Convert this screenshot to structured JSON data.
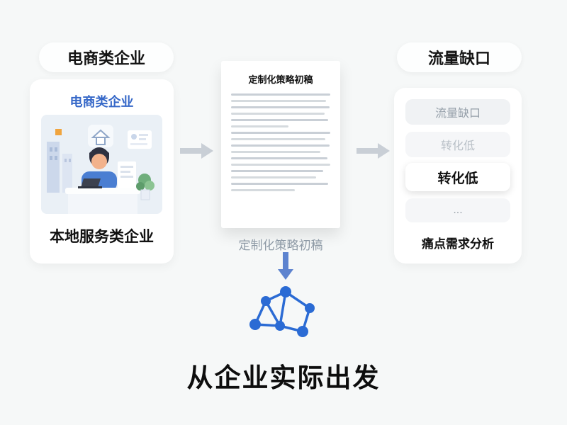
{
  "left": {
    "pill_label": "电商类企业",
    "card_title": "电商类企业",
    "card_caption": "本地服务类企业"
  },
  "center": {
    "doc_title": "定制化策略初稿",
    "doc_caption": "定制化策略初稿"
  },
  "right": {
    "pill_label": "流量缺口",
    "items": [
      {
        "label": "流量缺口"
      },
      {
        "label": "转化低"
      },
      {
        "label": "转化低"
      },
      {
        "label": "..."
      }
    ],
    "caption": "痛点需求分析"
  },
  "footer": {
    "title": "从企业实际出发"
  },
  "colors": {
    "accent_blue": "#2b6bd4",
    "title_blue": "#3668c8",
    "arrow_gray": "#c9cfd6",
    "background": "#f6f8f8"
  }
}
